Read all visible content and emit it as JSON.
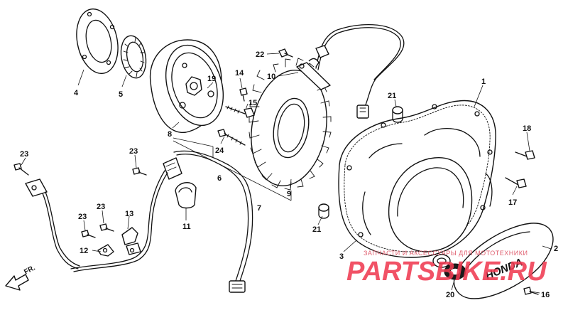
{
  "diagram": {
    "part_numbers": {
      "p1": "1",
      "p2": "2",
      "p3": "3",
      "p4": "4",
      "p5": "5",
      "p6": "6",
      "p7": "7",
      "p8": "8",
      "p9": "9",
      "p10": "10",
      "p11": "11",
      "p12": "12",
      "p13": "13",
      "p14": "14",
      "p15": "15",
      "p16": "16",
      "p17": "17",
      "p18": "18",
      "p19": "19",
      "p20": "20",
      "p21a": "21",
      "p21b": "21",
      "p22": "22",
      "p23a": "23",
      "p23b": "23",
      "p23c": "23",
      "p23d": "23",
      "p24": "24"
    },
    "cover_brand": "HONDA",
    "direction_label": "FR."
  },
  "watermark": {
    "top_line": "ЗАПЧАСТИ И АКСЕССУАРЫ ДЛЯ МОТОТЕХНИКИ",
    "main": "PARTSBIKE.RU",
    "color": "#f03b52"
  }
}
